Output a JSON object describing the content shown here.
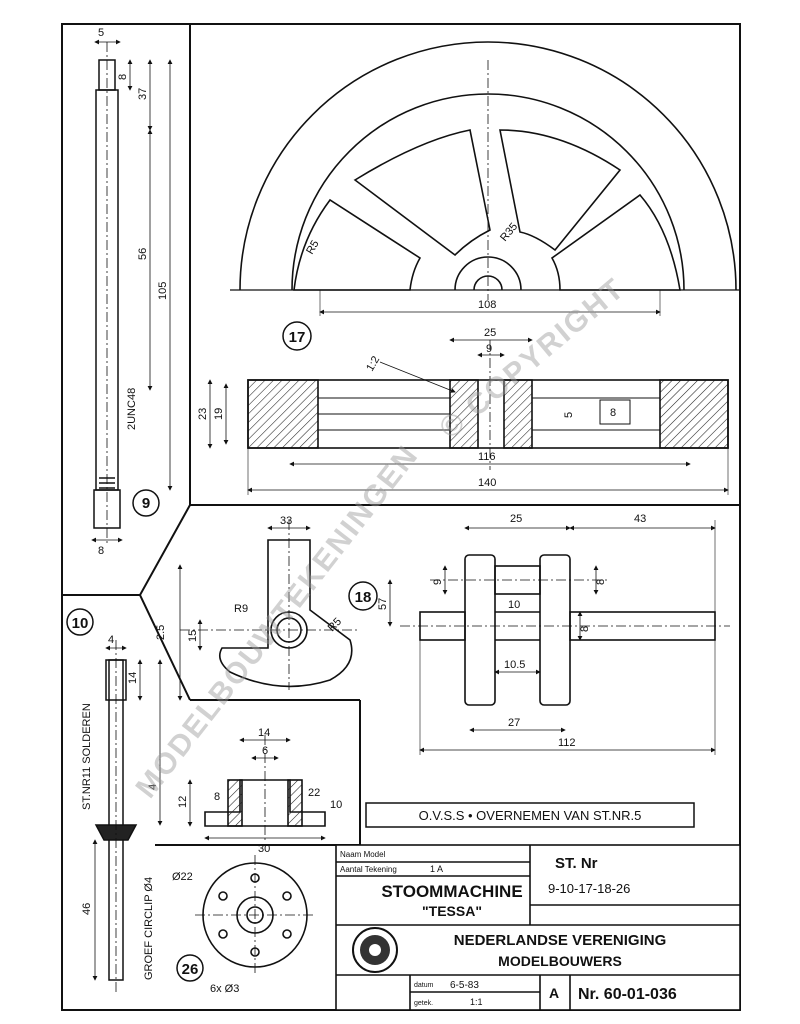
{
  "parts": {
    "p9": {
      "number": "9",
      "dims": {
        "top_w": "5",
        "d1": "8",
        "l1": "37",
        "l2": "56",
        "l3": "105",
        "thread": "2UNC48",
        "bottom_d": "8"
      }
    },
    "p17": {
      "number": "17",
      "dims": {
        "r_spoke": "R5",
        "r_hub": "R35",
        "d_outer": "108",
        "hub_w": "25",
        "bore": "9",
        "angle": "1:2",
        "h_outer": "23",
        "h_inner": "19",
        "web": "5",
        "width_inner": "116",
        "width_outer": "140",
        "keyway": "8"
      }
    },
    "p18": {
      "number": "18",
      "dims": {
        "arm_w": "33",
        "arm_r": "R9",
        "arm_h": "15",
        "r_pin": "R5",
        "arm_h2": "57",
        "d_small": "9",
        "web_len": "25",
        "len_right": "43",
        "d_pin": "8",
        "d_mid": "10",
        "d_shaft": "8",
        "gap": "10.5",
        "width_crank": "27",
        "total_len": "112"
      }
    },
    "p10": {
      "number": "10",
      "dims": {
        "top_d": "4",
        "pin_len": "14",
        "side_d": "2.5",
        "solder_note": "ST.NR11 SOLDEREN",
        "clip_note": "GROEF CIRCLIP Ø4",
        "length": "46",
        "d_low": "4"
      }
    },
    "p26": {
      "number": "26",
      "dims": {
        "hub_w": "14",
        "bore": "6",
        "flange_h": "12",
        "d_top": "8",
        "d_side": "22",
        "t_side": "10",
        "width": "30",
        "holes": "6x Ø3",
        "pcd": "Ø22"
      }
    }
  },
  "note": "O.V.S.S • OVERNEMEN VAN ST.NR.5",
  "title_block": {
    "label_naam": "Naam Model",
    "label_tekening": "Aantal Tekening",
    "sheet_nr": "1 A",
    "model_name": "STOOMMACHINE",
    "model_sub": "\"TESSA\"",
    "st_label": "ST. Nr",
    "st_parts": "9-10-17-18-26",
    "org_line1": "NEDERLANDSE VERENIGING",
    "org_line2": "MODELBOUWERS",
    "date_label": "datum",
    "date": "6-5-83",
    "schaal_label": "getek.",
    "schaal": "1:1",
    "format": "A",
    "drawing_nr": "Nr. 60-01-036"
  },
  "watermark": {
    "line1": "MODELBOUWTEKENINGEN",
    "line2": "© COPYRIGHT"
  }
}
